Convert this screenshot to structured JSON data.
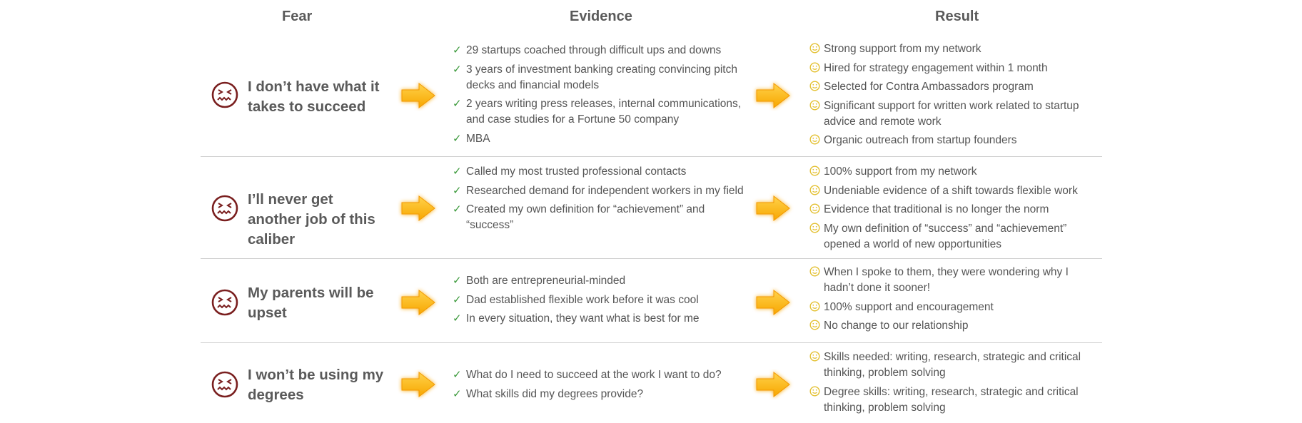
{
  "headers": {
    "fear": "Fear",
    "evidence": "Evidence",
    "result": "Result"
  },
  "icons": {
    "face": "sad-face-icon",
    "arrow": "orange-arrow-icon",
    "check": "checkmark-icon",
    "smile": "smiley-icon"
  },
  "colors": {
    "face": "#7a1f1f",
    "arrow": "#f8b400",
    "check": "#3c9a3c",
    "smile": "#e3c030"
  },
  "rows": [
    {
      "fear": "I don’t have what it takes to succeed",
      "evidence": [
        "29 startups coached through difficult ups and downs",
        "3 years of investment banking creating convincing pitch decks and financial models",
        "2 years writing press releases, internal communications, and case studies for a Fortune 50 company",
        "MBA"
      ],
      "result": [
        "Strong support from my network",
        "Hired for strategy engagement within 1 month",
        "Selected for Contra Ambassadors program",
        "Significant support for written work related to startup advice and remote work",
        "Organic outreach from startup founders"
      ]
    },
    {
      "fear": "I’ll never get another job of this caliber",
      "evidence": [
        "Called my most trusted professional contacts",
        "Researched demand for independent workers in my field",
        "Created my own definition for “achievement” and “success”"
      ],
      "result": [
        "100% support from my network",
        "Undeniable evidence of a shift towards flexible work",
        "Evidence that traditional is no longer the norm",
        "My own definition of “success” and “achievement” opened a world of new opportunities"
      ]
    },
    {
      "fear": "My parents will be upset",
      "evidence": [
        "Both are entrepreneurial-minded",
        "Dad established flexible work before it was cool",
        "In every situation, they want what is best for me"
      ],
      "result": [
        "When I spoke to them, they were wondering why I hadn’t done it sooner!",
        "100% support and encouragement",
        "No change to our relationship"
      ]
    },
    {
      "fear": "I won’t be using my degrees",
      "evidence": [
        "What do I need to succeed at the work I want to do?",
        "What skills did my degrees provide?"
      ],
      "result": [
        "Skills needed: writing, research, strategic and critical thinking, problem solving",
        "Degree skills: writing, research, strategic and critical thinking, problem solving"
      ]
    }
  ]
}
